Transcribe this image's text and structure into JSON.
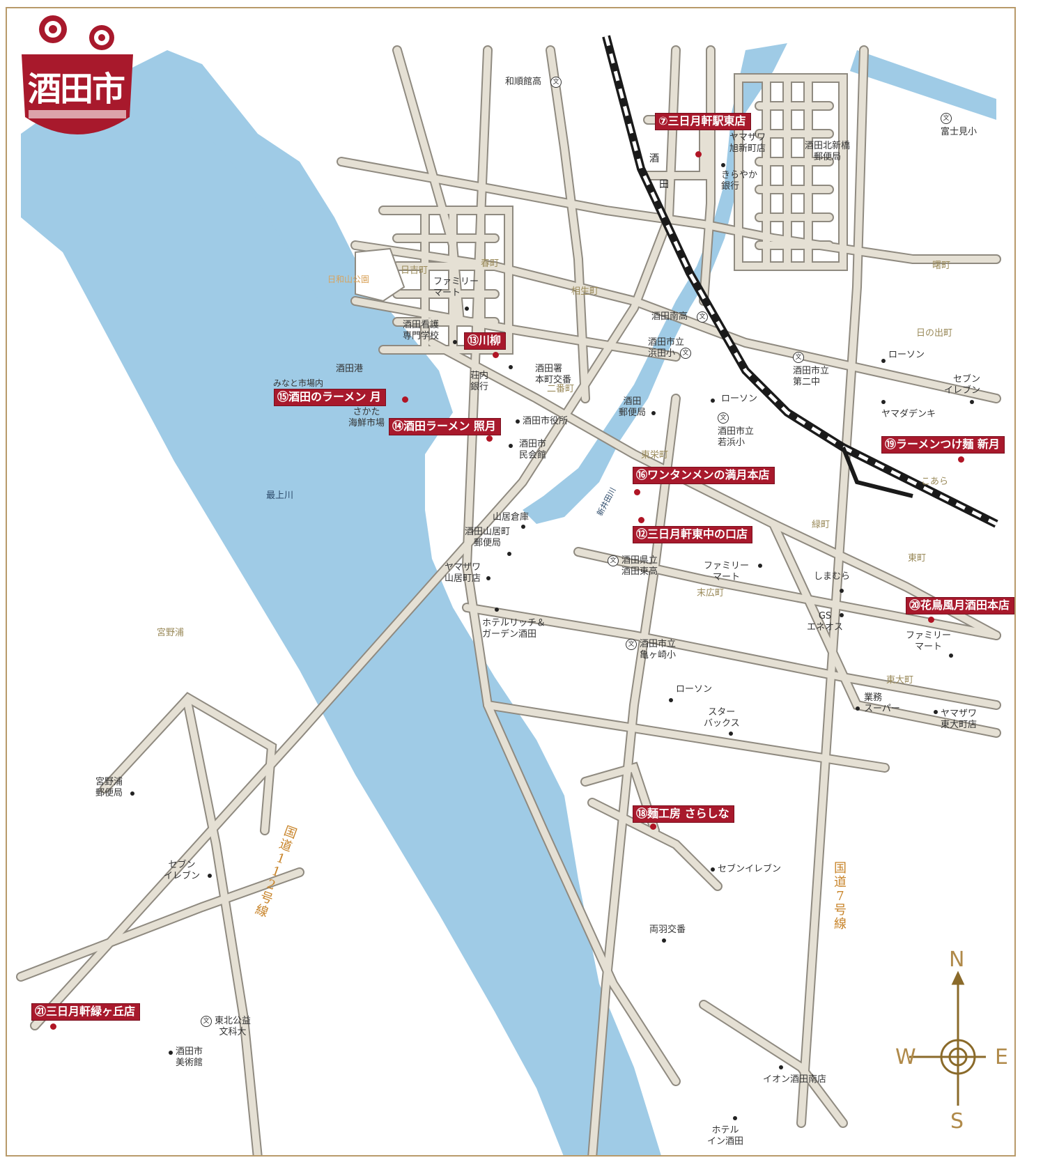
{
  "logo": {
    "text": "酒田市"
  },
  "rail": {
    "station_chars": [
      "酒",
      "田"
    ],
    "river_label": "新井田川"
  },
  "shops": [
    {
      "id": "s77",
      "label": "⑦三日月軒駅東店"
    },
    {
      "id": "s73",
      "label": "⑬川柳"
    },
    {
      "id": "s75",
      "label": "⑮酒田のラーメン 月"
    },
    {
      "id": "s74",
      "label": "⑭酒田ラーメン 照月"
    },
    {
      "id": "s79",
      "label": "⑲ラーメンつけ麺 新月"
    },
    {
      "id": "s76",
      "label": "⑯ワンタンメンの満月本店"
    },
    {
      "id": "s72",
      "label": "⑫三日月軒東中の口店"
    },
    {
      "id": "s80",
      "label": "⑳花鳥風月酒田本店"
    },
    {
      "id": "s78",
      "label": "⑱麺工房 さらしな"
    },
    {
      "id": "s81",
      "label": "㉑三日月軒緑ヶ丘店"
    }
  ],
  "landmarks": [
    "和順館高",
    "ヤマザワ\n旭新町店",
    "きらやか\n銀行",
    "酒田北新橋\n郵便局",
    "富士見小",
    "ファミリー\nマート",
    "酒田看護\n専門学校",
    "酒田港",
    "みなと市場内",
    "荘内\n銀行",
    "酒田署\n本町交番",
    "さかた\n海鮮市場",
    "酒田市役所",
    "酒田市\n民会館",
    "酒田南高",
    "酒田市立\n浜田小",
    "酒田\n郵便局",
    "ローソン",
    "酒田市立\n若浜小",
    "酒田市立\n第二中",
    "ローソン",
    "セブン\nイレブン",
    "ヤマダデンキ",
    "山居倉庫",
    "酒田山居町\n郵便局",
    "ヤマザワ\n山居町店",
    "酒田県立\n酒田東高",
    "ファミリー\nマート",
    "しまむら",
    "GS\nエネオス",
    "ファミリー\nマート",
    "ホテルリッチ＆\nガーデン酒田",
    "酒田市立\n亀ヶ崎小",
    "ローソン",
    "業務\nスーパー",
    "ヤマザワ\n東大町店",
    "スター\nバックス",
    "宮野浦\n郵便局",
    "セブン\nイレブン",
    "セブンイレブン",
    "両羽交番",
    "東北公益\n文科大",
    "酒田市\n美術館",
    "イオン酒田南店",
    "ホテル\nイン酒田"
  ],
  "districts": [
    "日吉町",
    "春町",
    "相生町",
    "二番町",
    "東栄町",
    "曙町",
    "日の出町",
    "こあら",
    "緑町",
    "東町",
    "末広町",
    "東大町",
    "宮野浦"
  ],
  "parks": [
    "日和山公園"
  ],
  "rivers": [
    "最上川"
  ],
  "routes": [
    "国道112号線",
    "国道7号線"
  ],
  "compass": {
    "n": "N",
    "s": "S",
    "e": "E",
    "w": "W"
  },
  "colors": {
    "water": "#9fcbe6",
    "road": "#e5e0d4",
    "road_edge": "#8f8a80",
    "shop": "#a8192c",
    "route": "#c8842a",
    "rail": "#1a1a1a"
  }
}
